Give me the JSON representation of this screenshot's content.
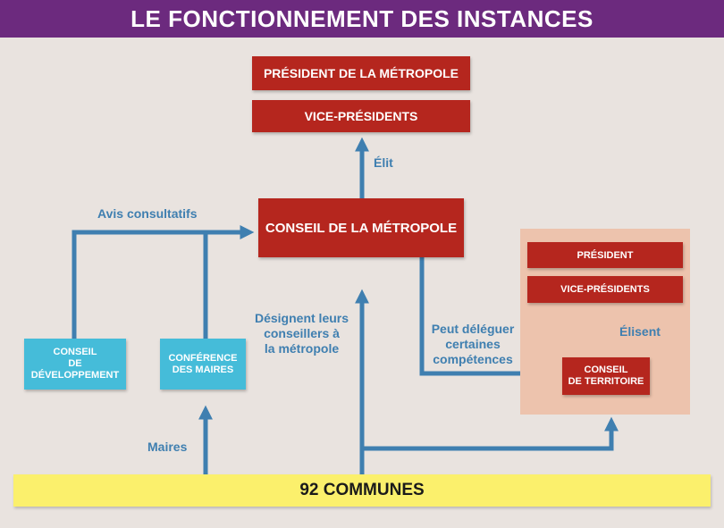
{
  "title": "LE FONCTIONNEMENT DES INSTANCES",
  "colors": {
    "header": "#6c2a7e",
    "red_box": "#b5261e",
    "cyan_box": "#45bcd9",
    "arrow": "#3f7fb0",
    "communes": "#fbf06c",
    "panel": "#edc3ad",
    "background": "#e9e3df"
  },
  "boxes": {
    "president_metropole": "PRÉSIDENT DE LA MÉTROPOLE",
    "vice_presidents": "VICE-PRÉSIDENTS",
    "conseil_metropole": "CONSEIL DE LA MÉTROPOLE",
    "conseil_developpement": [
      "CONSEIL",
      "DE",
      "DÉVELOPPEMENT"
    ],
    "conference_maires": [
      "CONFÉRENCE",
      "DES MAIRES"
    ],
    "territoire_president": "PRÉSIDENT",
    "territoire_vice_presidents": "VICE-PRÉSIDENTS",
    "conseil_territoire": [
      "CONSEIL",
      "DE TERRITOIRE"
    ],
    "communes": "92 COMMUNES"
  },
  "labels": {
    "elit": "Élit",
    "avis": "Avis consultatifs",
    "designent": [
      "Désignent leurs",
      "conseillers à",
      "la métropole"
    ],
    "deleguer": [
      "Peut déléguer",
      "certaines",
      "compétences"
    ],
    "elisent": "Élisent",
    "maires": "Maires"
  }
}
